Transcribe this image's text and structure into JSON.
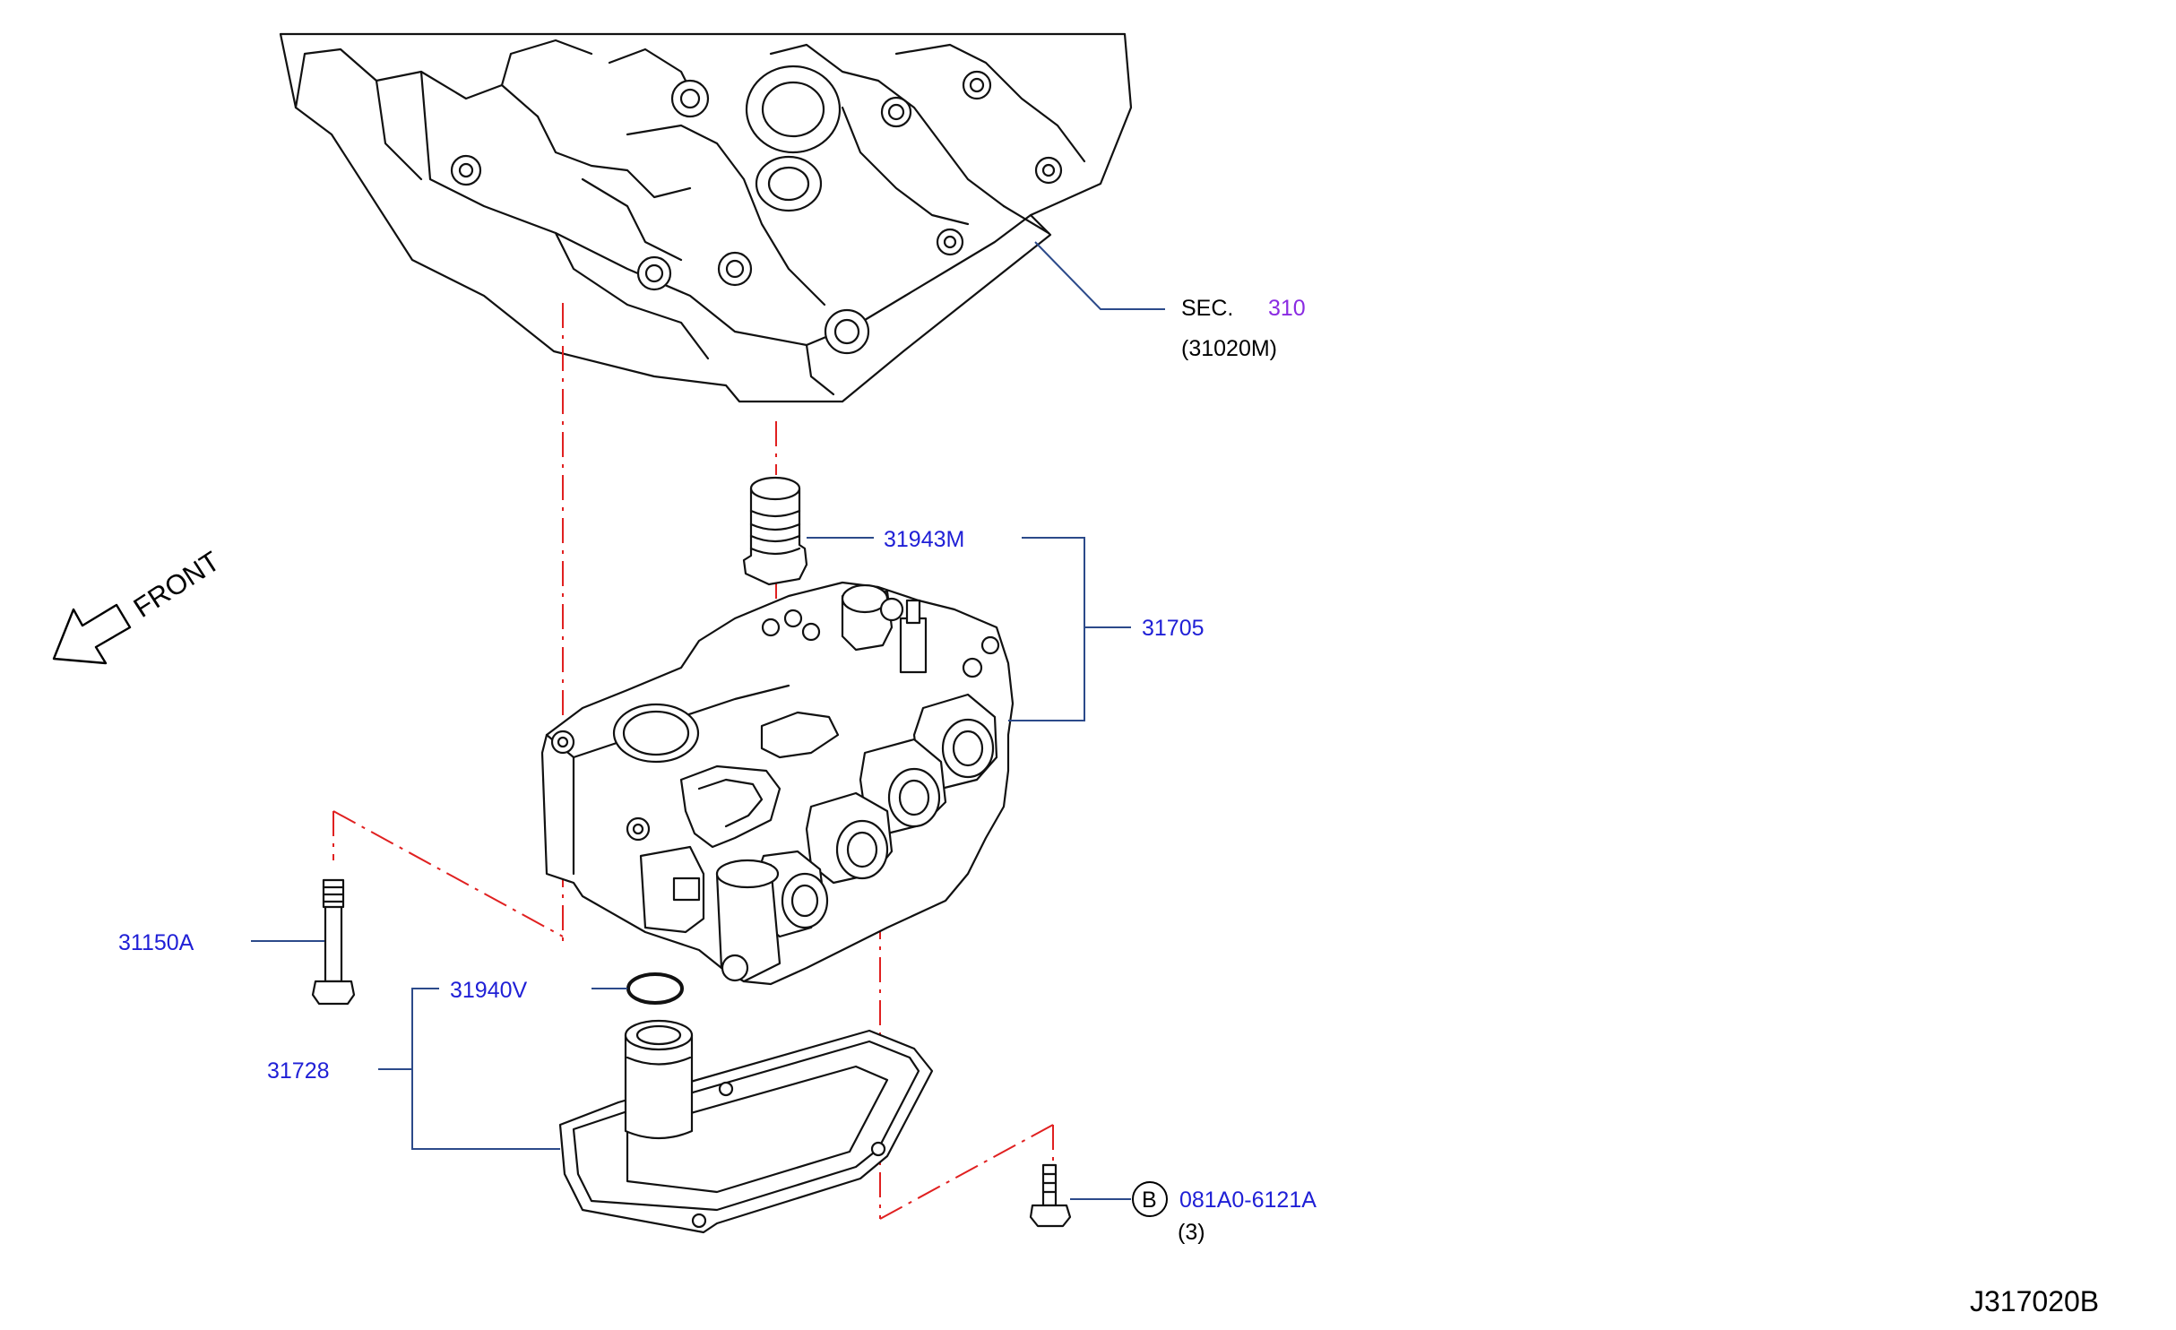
{
  "labels": {
    "sec_prefix": "SEC.",
    "sec_number": "310",
    "sec_part": "(31020M)",
    "p31943M": "31943M",
    "p31705": "31705",
    "p31150A": "31150A",
    "p31940V": "31940V",
    "p31728": "31728",
    "bolt_circle": "B",
    "bolt_part": "081A0-6121A",
    "bolt_qty": "(3)",
    "front": "FRONT",
    "diagram_id": "J317020B"
  },
  "colors": {
    "part_label": "#1f1fd6",
    "section_link": "#8a2be2",
    "leader_line": "#2c4a8a",
    "center_line": "#e02020",
    "outline": "#111111"
  }
}
